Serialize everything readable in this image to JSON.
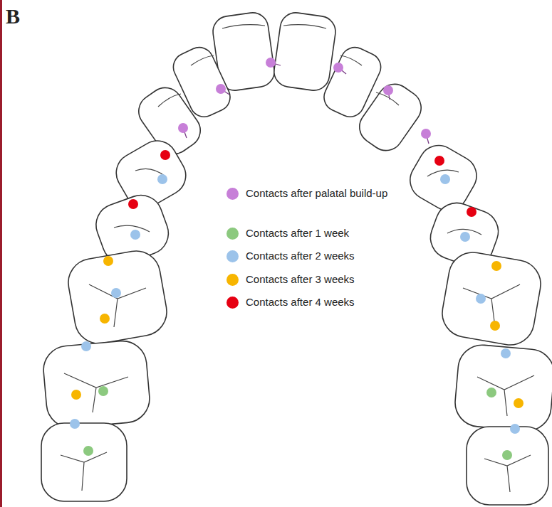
{
  "diagram": {
    "labels": [
      "B"
    ],
    "legend": [
      {
        "text": "Contacts after palatal build-up",
        "color": "#c77fd8"
      },
      {
        "text": "Contacts after 1 week",
        "color": "#8cc97f"
      },
      {
        "text": "Contacts after 2 weeks",
        "color": "#9cc3ea"
      },
      {
        "text": "Contacts after 3 weeks",
        "color": "#f7b500"
      },
      {
        "text": "Contacts after 4 weeks",
        "color": "#e60012"
      }
    ]
  }
}
